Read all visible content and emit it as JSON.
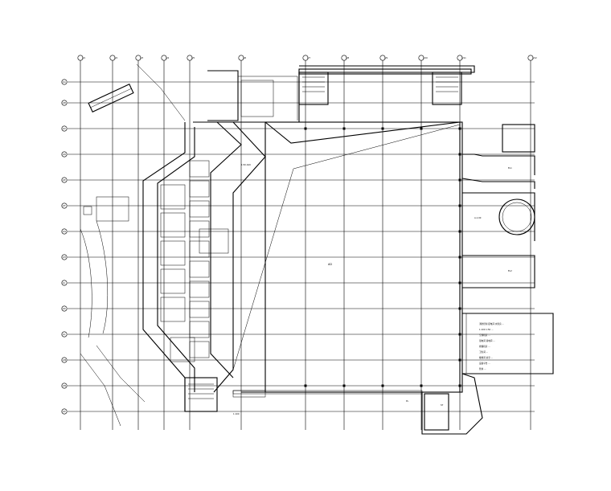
{
  "drawing": {
    "column_axis_tags": [
      "1/1",
      "1/2",
      "1/3",
      "1/4",
      "1/5",
      "1/6",
      "1/7",
      "1/8",
      "1/9",
      "1/10",
      "1/11",
      "1/12"
    ],
    "row_axis_tags": [
      "1/A",
      "1/B",
      "1/C",
      "1/D",
      "1/E",
      "1/F",
      "1/G",
      "1/H",
      "1/J",
      "1/K",
      "1/L",
      "1/M",
      "1/N",
      "1/P"
    ],
    "hall_label": "AD",
    "notes": [
      "1:50 A00",
      "A-1.00",
      "1:100",
      "EL1",
      "EL2",
      "PL",
      "ST"
    ],
    "legend_lines": [
      "消防控制 配电间 水泵房 ...",
      "1:100 1:50 ...",
      "空调机房 ...",
      "强电间 弱电间 ...",
      "排烟机房 ...",
      "卫生间 ...",
      "楼梯间 前室 ...",
      "设备平台 ...",
      "管井 ..."
    ]
  }
}
